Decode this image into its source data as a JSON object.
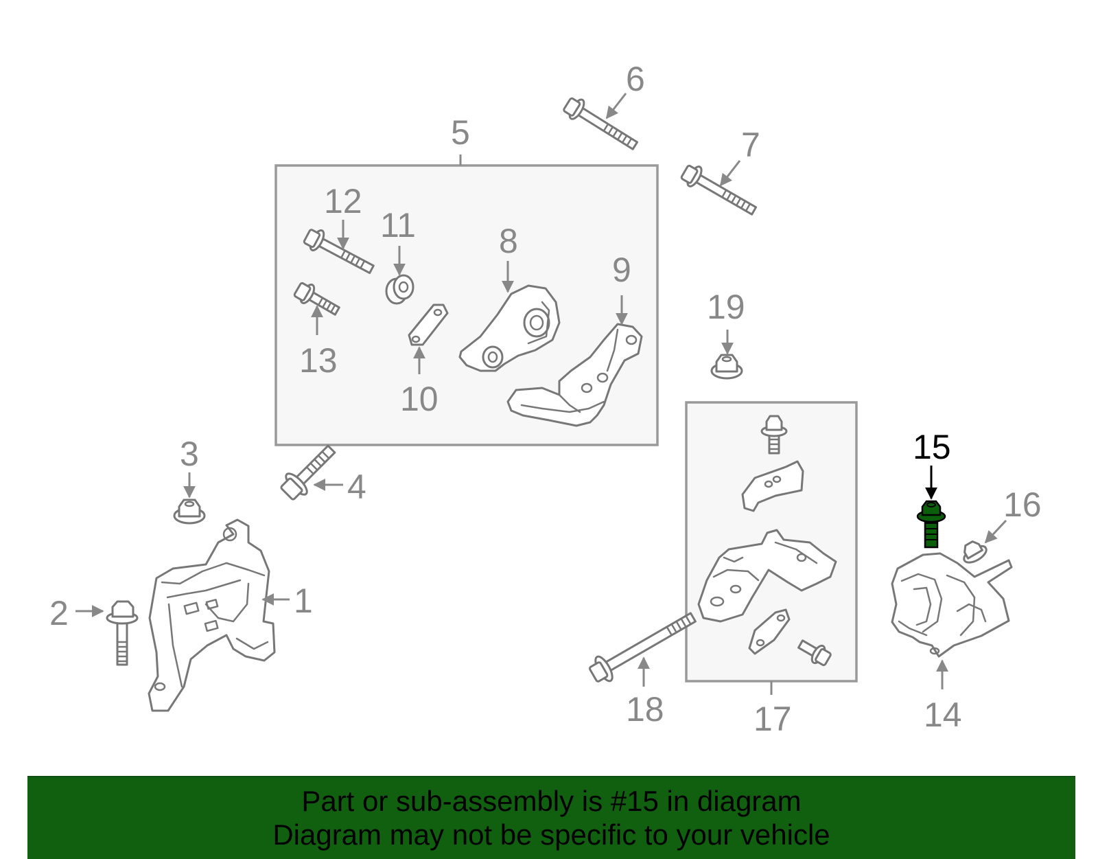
{
  "callouts": [
    {
      "n": "1"
    },
    {
      "n": "2"
    },
    {
      "n": "3"
    },
    {
      "n": "4"
    },
    {
      "n": "5"
    },
    {
      "n": "6"
    },
    {
      "n": "7"
    },
    {
      "n": "8"
    },
    {
      "n": "9"
    },
    {
      "n": "10"
    },
    {
      "n": "11"
    },
    {
      "n": "12"
    },
    {
      "n": "13"
    },
    {
      "n": "14"
    },
    {
      "n": "15"
    },
    {
      "n": "16"
    },
    {
      "n": "17"
    },
    {
      "n": "18"
    },
    {
      "n": "19"
    }
  ],
  "highlighted_part": "15",
  "colors": {
    "highlight": "#0b5f0b",
    "banner_bg": "#116010",
    "line": "#777777",
    "label": "#888888"
  },
  "banner": {
    "line1": "Part or sub-assembly is #15 in diagram",
    "line2": "Diagram may not be specific to your vehicle"
  }
}
